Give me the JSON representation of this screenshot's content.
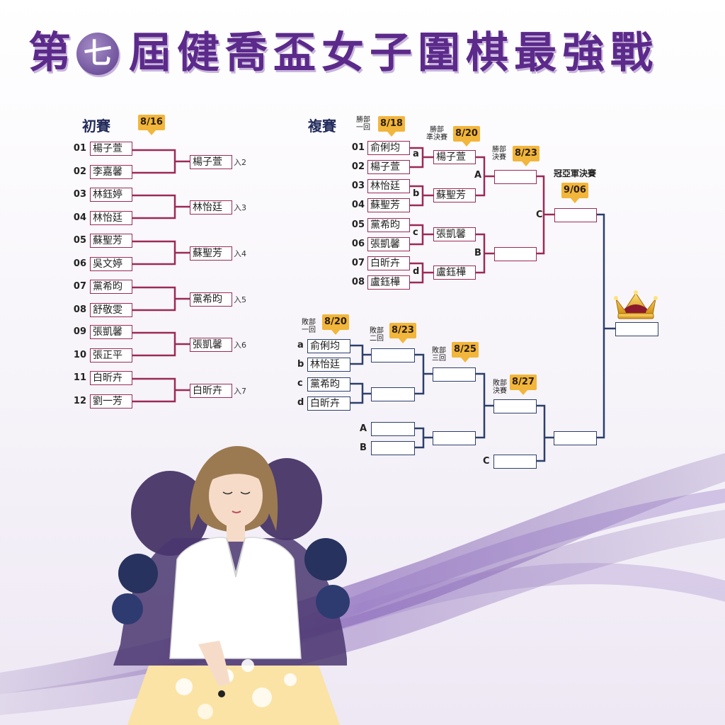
{
  "title": {
    "left": "第",
    "circled": "七",
    "right": "屆健喬盃女子圍棋最強戰"
  },
  "colors": {
    "winners_line": "#9b2a56",
    "losers_line": "#2c3f6c",
    "badge": "#f2b63c",
    "title": "#5b2a8a"
  },
  "prelim": {
    "label": "初賽",
    "date": "8/16",
    "players": [
      {
        "seed": "01",
        "name": "楊子萱"
      },
      {
        "seed": "02",
        "name": "李嘉馨"
      },
      {
        "seed": "03",
        "name": "林鈺婷"
      },
      {
        "seed": "04",
        "name": "林怡廷"
      },
      {
        "seed": "05",
        "name": "蘇聖芳"
      },
      {
        "seed": "06",
        "name": "吳文婷"
      },
      {
        "seed": "07",
        "name": "黨希昀"
      },
      {
        "seed": "08",
        "name": "舒敬雯"
      },
      {
        "seed": "09",
        "name": "張凱馨"
      },
      {
        "seed": "10",
        "name": "張正平"
      },
      {
        "seed": "11",
        "name": "白昕卉"
      },
      {
        "seed": "12",
        "name": "劉一芳"
      }
    ],
    "winners": [
      {
        "name": "楊子萱",
        "enter": "入2"
      },
      {
        "name": "林怡廷",
        "enter": "入3"
      },
      {
        "name": "蘇聖芳",
        "enter": "入4"
      },
      {
        "name": "黨希昀",
        "enter": "入5"
      },
      {
        "name": "張凱馨",
        "enter": "入6"
      },
      {
        "name": "白昕卉",
        "enter": "入7"
      }
    ]
  },
  "main": {
    "label": "複賽",
    "wb_round1": {
      "label": "勝部\n一回",
      "date": "8/18"
    },
    "wb_semi": {
      "label": "勝部\n準決賽",
      "date": "8/20"
    },
    "wb_final": {
      "label": "勝部\n決賽",
      "date": "8/23"
    },
    "grand_final": {
      "label": "冠亞軍決賽",
      "date": "9/06"
    },
    "lb_round1": {
      "label": "敗部\n一回",
      "date": "8/20"
    },
    "lb_round2": {
      "label": "敗部\n二回",
      "date": "8/23"
    },
    "lb_round3": {
      "label": "敗部\n三回",
      "date": "8/25"
    },
    "lb_final": {
      "label": "敗部\n決賽",
      "date": "8/27"
    },
    "players": [
      {
        "seed": "01",
        "name": "俞俐均"
      },
      {
        "seed": "02",
        "name": "楊子萱"
      },
      {
        "seed": "03",
        "name": "林怡廷"
      },
      {
        "seed": "04",
        "name": "蘇聖芳"
      },
      {
        "seed": "05",
        "name": "黨希昀"
      },
      {
        "seed": "06",
        "name": "張凱馨"
      },
      {
        "seed": "07",
        "name": "白昕卉"
      },
      {
        "seed": "08",
        "name": "盧鈺樺"
      }
    ],
    "semi_players": [
      {
        "letter": "a",
        "name": "楊子萱"
      },
      {
        "letter": "b",
        "name": "蘇聖芳"
      },
      {
        "letter": "c",
        "name": "張凱馨"
      },
      {
        "letter": "d",
        "name": "盧鈺樺"
      }
    ],
    "final_letters": {
      "A": "A",
      "B": "B",
      "C": "C"
    },
    "losers": [
      {
        "letter": "a",
        "name": "俞俐均"
      },
      {
        "letter": "b",
        "name": "林怡廷"
      },
      {
        "letter": "c",
        "name": "黨希昀"
      },
      {
        "letter": "d",
        "name": "白昕卉"
      }
    ],
    "lb_letters": {
      "A": "A",
      "B": "B",
      "C": "C"
    }
  }
}
